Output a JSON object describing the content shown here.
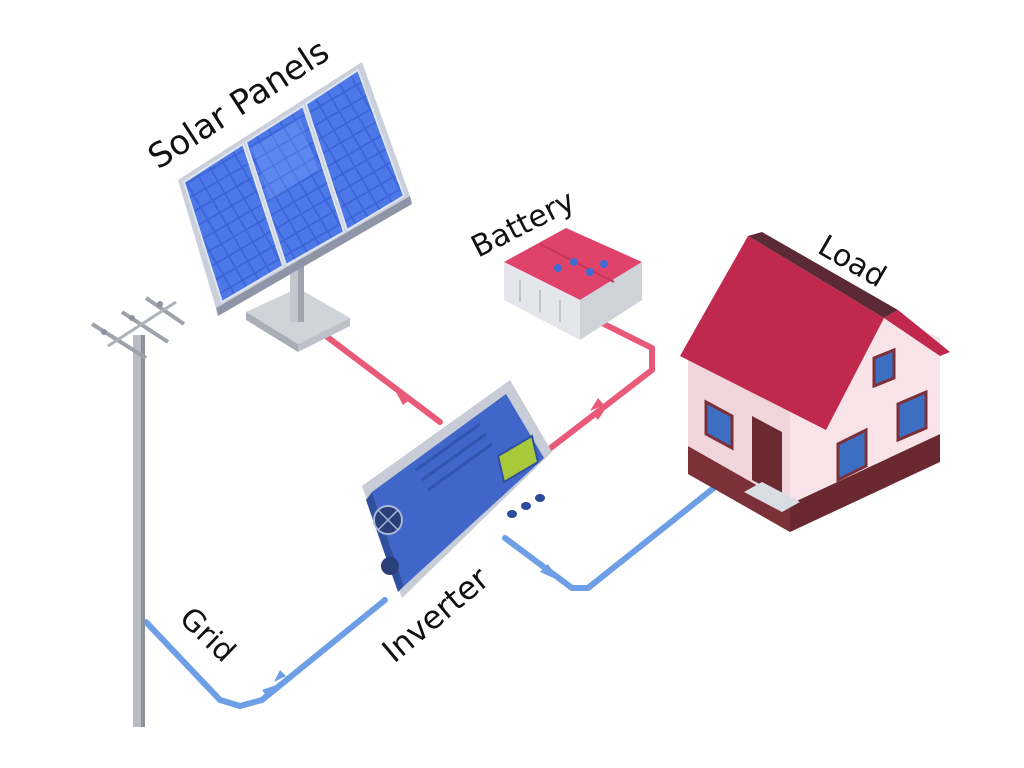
{
  "labels": {
    "solar_panels": "Solar Panels",
    "battery": "Battery",
    "load": "Load",
    "grid": "Grid",
    "inverter": "Inverter"
  },
  "colors": {
    "dc_line": "#e85a77",
    "ac_line": "#6d9ee6",
    "panel_cell": "#3b62d8",
    "panel_frame": "#c9cfdb",
    "inverter_body": "#3f66c8",
    "inverter_screen": "#a8c93a",
    "battery_top": "#e0436a",
    "battery_body": "#e9ebef",
    "roof": "#c0284e",
    "wall": "#f4dfe4",
    "foundation": "#7c3038",
    "window": "#3c6fc4",
    "pole": "#b9bcc4"
  },
  "icons": {
    "solar_panel": "solar-panel-icon",
    "battery": "battery-icon",
    "house": "house-icon",
    "pole": "utility-pole-icon",
    "inverter": "inverter-icon"
  }
}
